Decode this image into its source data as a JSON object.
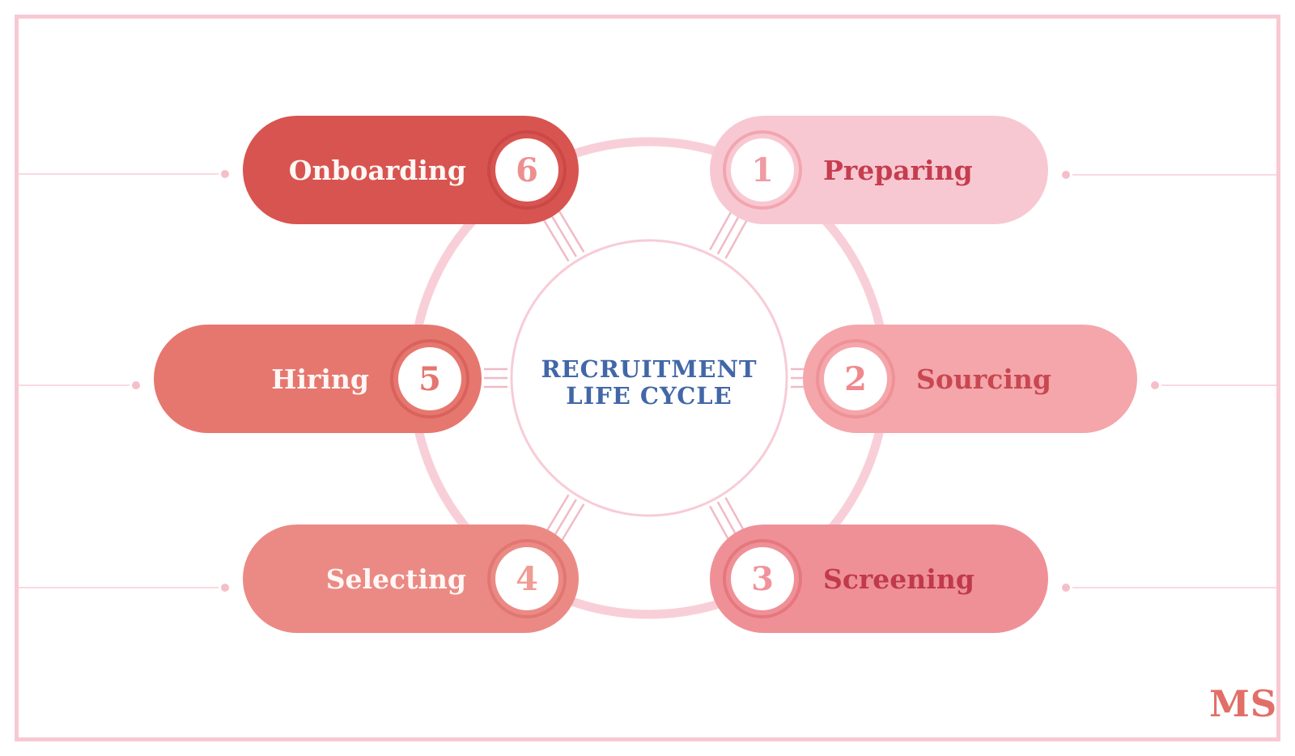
{
  "title": {
    "line1": "RECRUITMENT",
    "line2": "LIFE CYCLE"
  },
  "watermark": "MS",
  "stages": [
    {
      "number": "1",
      "label": "Preparing",
      "pill_color": "#f8c8d2",
      "label_color": "#c53d4e",
      "number_color": "#f09aa3",
      "ring_color": "#f2a5b0"
    },
    {
      "number": "2",
      "label": "Sourcing",
      "pill_color": "#f4a6ab",
      "label_color": "#c94750",
      "number_color": "#f0888d",
      "ring_color": "#ee9296"
    },
    {
      "number": "3",
      "label": "Screening",
      "pill_color": "#ef9097",
      "label_color": "#c03a4a",
      "number_color": "#f0939b",
      "ring_color": "#e5777f"
    },
    {
      "number": "4",
      "label": "Selecting",
      "pill_color": "#eb8a84",
      "label_color": "#fef7f5",
      "number_color": "#f09b94",
      "ring_color": "#e17672"
    },
    {
      "number": "5",
      "label": "Hiring",
      "pill_color": "#e6776f",
      "label_color": "#fef7f5",
      "number_color": "#e4766f",
      "ring_color": "#d9625c"
    },
    {
      "number": "6",
      "label": "Onboarding",
      "pill_color": "#d85450",
      "label_color": "#fef7f5",
      "number_color": "#ee8f8f",
      "ring_color": "#ca4845"
    }
  ],
  "colors": {
    "background": "#ffffff",
    "frame_border": "#f8c9d3",
    "outer_ring": "#f8cfd8",
    "inner_ring": "#f7ccd6",
    "tick": "#f1bac6",
    "connector_line": "#f9d9e0",
    "connector_dot": "#f5bfca",
    "title": "#4267a8",
    "watermark": "#e26e68"
  }
}
